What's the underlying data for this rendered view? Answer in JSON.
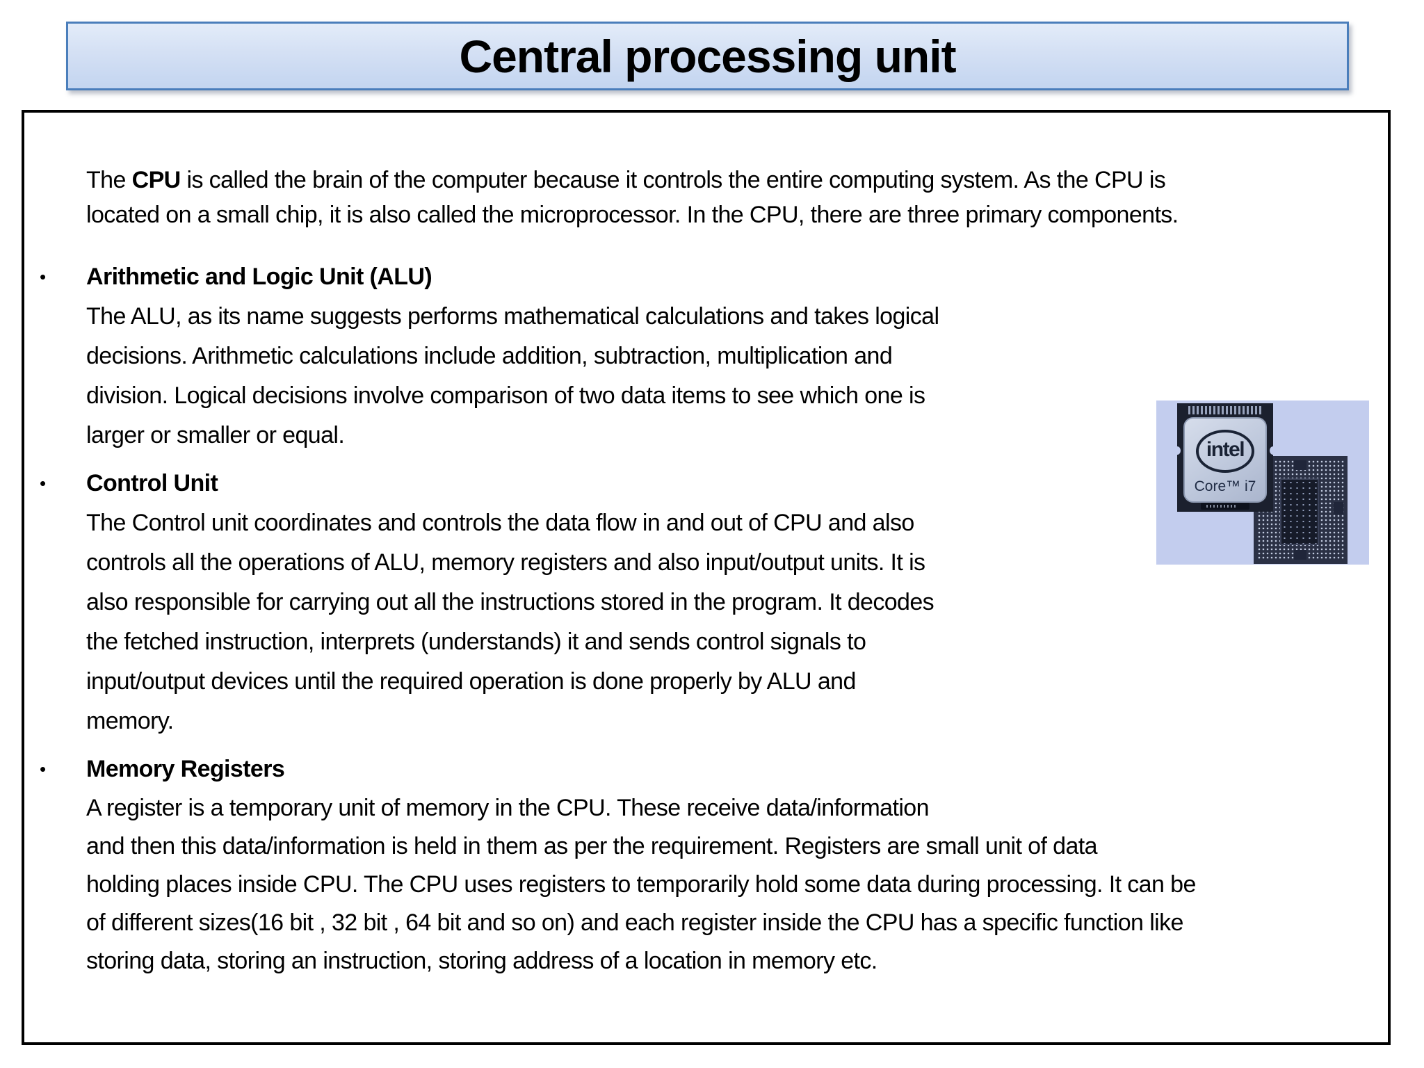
{
  "title": "Central processing unit",
  "intro": {
    "prefix": "The ",
    "bold_term": "CPU",
    "rest": " is called the brain of the computer because it controls the entire computing system. As the CPU is\nlocated on a small chip, it is also called the microprocessor. In the CPU, there are three primary components."
  },
  "bullets": [
    {
      "marker": "•",
      "title": "Arithmetic and Logic Unit (ALU)",
      "body": "The ALU, as its name suggests performs mathematical calculations and takes logical\ndecisions. Arithmetic calculations include addition, subtraction, multiplication and\ndivision. Logical decisions involve comparison of two data items to see which one is\nlarger or smaller or equal."
    },
    {
      "marker": "•",
      "title": "Control Unit",
      "body": "The Control unit coordinates and controls the data flow in and out of CPU and also\ncontrols all the operations of ALU, memory registers and also input/output units. It is\nalso responsible for carrying out all the instructions stored in the program. It decodes\nthe fetched instruction, interprets (understands) it and sends control signals to\ninput/output devices until the required operation is done properly by ALU and\nmemory."
    },
    {
      "marker": "•",
      "title": "Memory Registers",
      "body": "A register is a temporary unit of memory in the CPU. These receive data/information\nand then this data/information is held in them as per the requirement. Registers are small unit  of data\nholding places inside CPU. The CPU uses registers to temporarily hold some data during processing. It can be\nof different sizes(16 bit , 32 bit , 64 bit and so on) and each register inside the CPU has a specific function like\nstoring data, storing an instruction, storing address of a location in memory etc."
    }
  ],
  "cpu_image": {
    "brand": "intel",
    "model": "Core™ i7",
    "background_color": "#c3cdee",
    "chip_frame_color": "#1b202e",
    "chip_face_color": "#bec8dc",
    "pin_side_color": "#2b3145"
  },
  "colors": {
    "title_border": "#4a7ebb",
    "title_fill_top": "#e3ecf9",
    "title_fill_bottom": "#c3d5f0",
    "content_border": "#000000",
    "text": "#000000"
  }
}
